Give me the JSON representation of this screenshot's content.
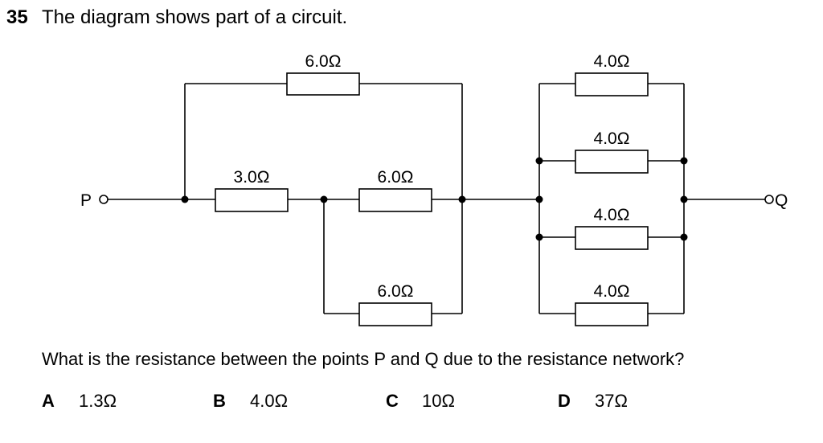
{
  "question": {
    "number": "35",
    "stem": "The diagram shows part of a circuit.",
    "prompt": "What is the resistance between the points P and Q due to the resistance network?"
  },
  "circuit": {
    "terminal_left": "P",
    "terminal_right": "Q",
    "resistors": {
      "r_top": "6.0Ω",
      "r_series": "3.0Ω",
      "r_mid": "6.0Ω",
      "r_bottom": "6.0Ω",
      "r_par1": "4.0Ω",
      "r_par2": "4.0Ω",
      "r_par3": "4.0Ω",
      "r_par4": "4.0Ω"
    }
  },
  "options": [
    {
      "letter": "A",
      "value": "1.3Ω"
    },
    {
      "letter": "B",
      "value": "4.0Ω"
    },
    {
      "letter": "C",
      "value": "10Ω"
    },
    {
      "letter": "D",
      "value": "37Ω"
    }
  ]
}
